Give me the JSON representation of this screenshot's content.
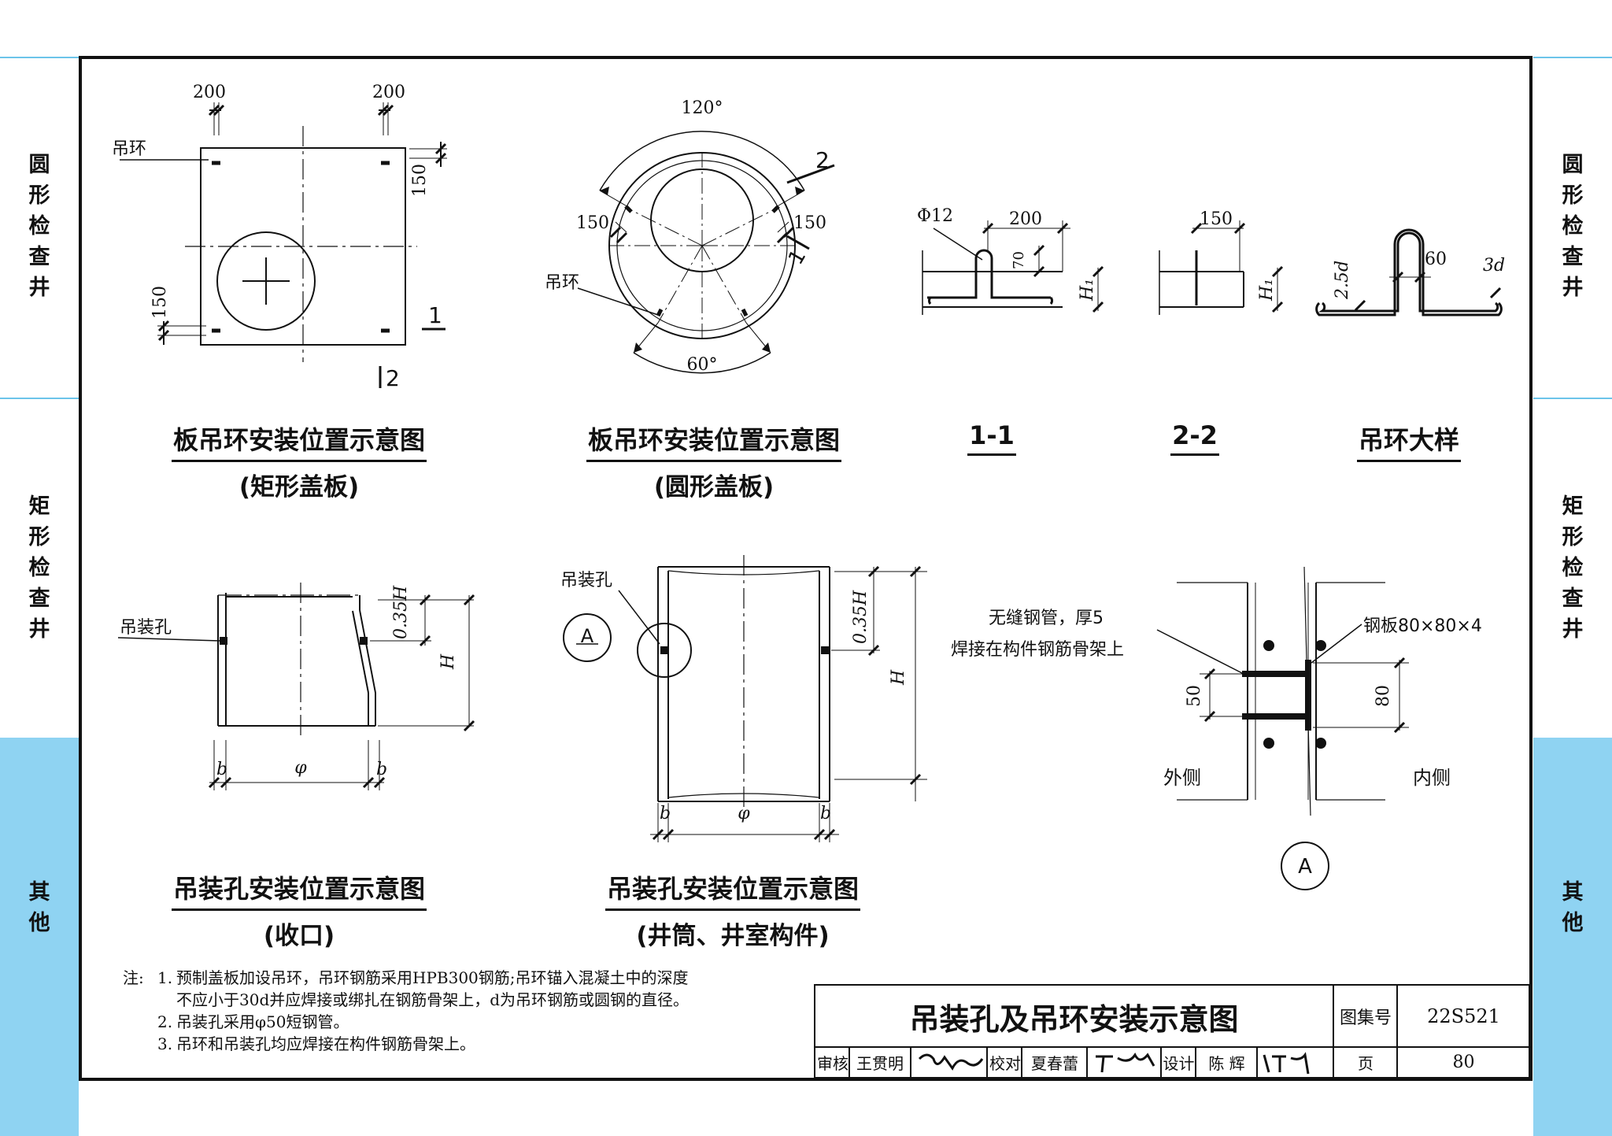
{
  "side_tabs": [
    {
      "label": "圆\n形\n检\n查\n井",
      "color": "#ffffff"
    },
    {
      "label": "矩\n形\n检\n查\n井",
      "color": "#ffffff"
    },
    {
      "label": "其\n他",
      "color": "#8fd3f2"
    }
  ],
  "colors": {
    "ink": "#111111",
    "tab_highlight": "#8fd3f2",
    "tab_line": "#6cc4ea"
  },
  "views": {
    "rect_plate": {
      "title": "板吊环安装位置示意图",
      "subtitle": "(矩形盖板)",
      "dim_left": "200",
      "dim_right": "200",
      "dim_top_side": "150",
      "dim_bottom_side": "150",
      "ring_label": "吊环",
      "section1": "1",
      "section2": "2"
    },
    "round_plate": {
      "title": "板吊环安装位置示意图",
      "subtitle": "(圆形盖板)",
      "angle_top": "120°",
      "angle_bottom": "60°",
      "dim_left": "150",
      "dim_right": "150",
      "ring_label": "吊环",
      "section1": "1",
      "section2": "2"
    },
    "sec11": {
      "title": "1-1",
      "bar": "Φ12",
      "dim": "200",
      "dim_h": "70",
      "h1": "H₁"
    },
    "sec22": {
      "title": "2-2",
      "dim": "150",
      "h1": "H₁"
    },
    "ring_detail": {
      "title": "吊环大样",
      "d1": "2.5d",
      "d2": "60",
      "d3": "3d"
    },
    "hole_taper": {
      "title": "吊装孔安装位置示意图",
      "subtitle": "(收口)",
      "hole_label": "吊装孔",
      "dim_035h": "0.35H",
      "dim_h": "H",
      "b": "b",
      "phi": "φ"
    },
    "hole_shaft": {
      "title": "吊装孔安装位置示意图",
      "subtitle": "(井筒、井室构件)",
      "hole_label": "吊装孔",
      "callout": "A",
      "dim_035h": "0.35H",
      "dim_h": "H",
      "b": "b",
      "phi": "φ"
    },
    "detail_a": {
      "pipe_label_1": "无缝钢管，厚5",
      "pipe_label_2": "焊接在构件钢筋骨架上",
      "plate_label": "钢板80×80×4",
      "dim_left": "50",
      "dim_right": "80",
      "outer": "外侧",
      "inner": "内侧",
      "mark": "A"
    }
  },
  "notes": {
    "head": "注:",
    "items": [
      {
        "num": "1.",
        "lines": [
          "预制盖板加设吊环，吊环钢筋采用HPB300钢筋;吊环锚入混凝土中的深度",
          "不应小于30d并应焊接或绑扎在钢筋骨架上，d为吊环钢筋或圆钢的直径。"
        ]
      },
      {
        "num": "2.",
        "lines": [
          "吊装孔采用φ50短钢管。"
        ]
      },
      {
        "num": "3.",
        "lines": [
          "吊环和吊装孔均应焊接在构件钢筋骨架上。"
        ]
      }
    ]
  },
  "title_block": {
    "title": "吊装孔及吊环安装示意图",
    "atlas_label": "图集号",
    "atlas_no": "22S521",
    "review_label": "审核",
    "reviewer": "王贯明",
    "check_label": "校对",
    "checker": "夏春蕾",
    "design_label": "设计",
    "designer": "陈 辉",
    "page_label": "页",
    "page_no": "80"
  }
}
